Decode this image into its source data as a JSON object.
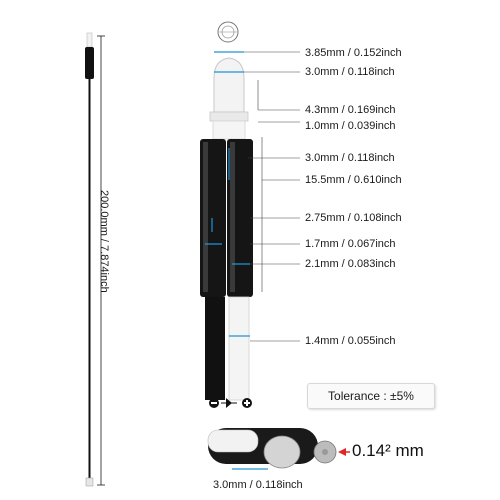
{
  "dimensions": [
    {
      "text": "3.85mm / 0.152inch"
    },
    {
      "text": "3.0mm / 0.118inch"
    },
    {
      "text": "4.3mm / 0.169inch"
    },
    {
      "text": "1.0mm / 0.039inch"
    },
    {
      "text": "3.0mm / 0.118inch"
    },
    {
      "text": "15.5mm / 0.610inch"
    },
    {
      "text": "2.75mm / 0.108inch"
    },
    {
      "text": "1.7mm / 0.067inch"
    },
    {
      "text": "2.1mm / 0.083inch"
    },
    {
      "text": "1.4mm / 0.055inch"
    }
  ],
  "total_length": "200.0mm / 7.874inch",
  "tolerance": "Tolerance : ±5%",
  "wire_area": "0.14² mm",
  "wire_diameter": "3.0mm / 0.118inch",
  "colors": {
    "accent": "#1f93d8",
    "wire_black": "#111111",
    "marker": "#e0252b"
  }
}
